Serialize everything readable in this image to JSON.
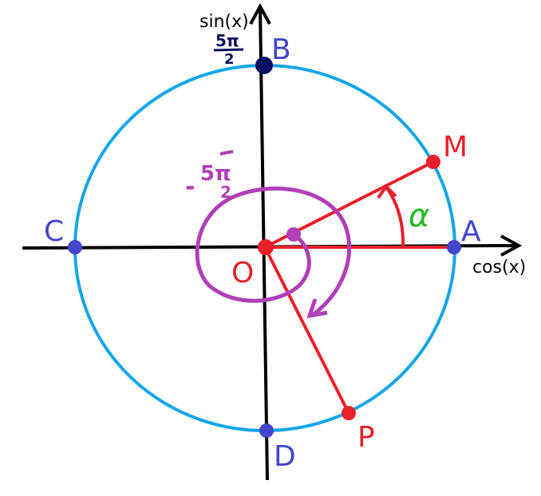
{
  "axes": {
    "x_label": "cos(x)",
    "y_label": "sin(x)"
  },
  "points": {
    "A": "A",
    "B": "B",
    "C": "C",
    "D": "D",
    "O": "O",
    "M": "M",
    "P": "P"
  },
  "angle_label": "α",
  "annotations": {
    "positive_angle": {
      "numerator": "5π",
      "denominator": "2"
    },
    "negative_angle": {
      "sign": "-",
      "numerator": "5π",
      "denominator": "2"
    }
  },
  "colors": {
    "circle": "#12a6e8",
    "axes": "#000000",
    "red": "#e8202a",
    "blue": "#4444cc",
    "navy": "#0a1060",
    "purple": "#b040b8",
    "green": "#22bb22"
  }
}
